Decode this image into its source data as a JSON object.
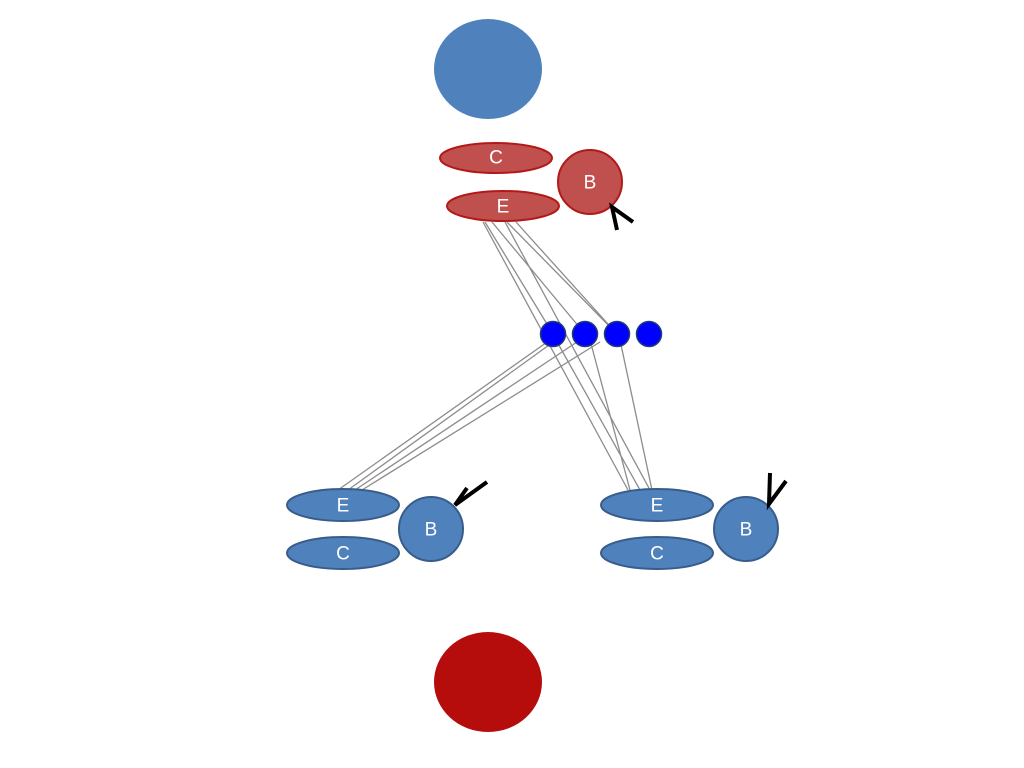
{
  "colors": {
    "blue_fill": "#4f81bd",
    "blue_stroke": "#385d8a",
    "red_fill": "#c0504d",
    "red_stroke": "#b21a1a",
    "dark_red": "#b50c0c",
    "node_blue": "#0000ff",
    "link_gray": "#8c8c8c",
    "hook_black": "#000000"
  },
  "top_group": {
    "c_label": "C",
    "e_label": "E",
    "b_label": "B"
  },
  "left_group": {
    "e_label": "E",
    "c_label": "C",
    "b_label": "B"
  },
  "right_group": {
    "e_label": "E",
    "c_label": "C",
    "b_label": "B"
  },
  "nodes": {
    "count": 4
  }
}
